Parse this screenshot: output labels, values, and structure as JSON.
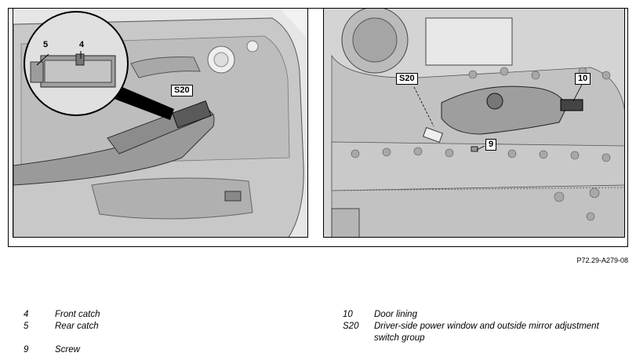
{
  "figure_id": "P72.29-A279-08",
  "callouts": {
    "left": {
      "c5": "5",
      "c4": "4",
      "s20": "S20"
    },
    "right": {
      "s20": "S20",
      "c10": "10",
      "c9": "9"
    }
  },
  "legend": {
    "left": [
      {
        "num": "4",
        "text": "Front catch"
      },
      {
        "num": "5",
        "text": "Rear catch"
      },
      {
        "num": "9",
        "text": "Screw"
      }
    ],
    "right": [
      {
        "num": "10",
        "text": "Door lining"
      },
      {
        "num": "S20",
        "text": "Driver-side power window and outside mirror adjustment",
        "text2": "switch group"
      }
    ]
  }
}
